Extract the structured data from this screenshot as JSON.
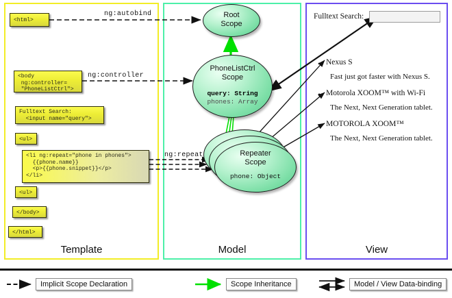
{
  "diagram": {
    "title": "AngularJS Template / Model / View scope data-binding diagram"
  },
  "panels": [
    {
      "key": "template",
      "label": "Template",
      "border_color": "#f2ed26"
    },
    {
      "key": "model",
      "label": "Model",
      "border_color": "#4cf0a8"
    },
    {
      "key": "view",
      "label": "View",
      "border_color": "#6a4df0"
    }
  ],
  "template": {
    "boxes": [
      {
        "name": "html-open-tag",
        "text": "<html>"
      },
      {
        "name": "body-controller-tag",
        "text": "<body\n ng:controller=\n \"PhoneListCtrl\">"
      },
      {
        "name": "fulltext-search-markup",
        "text": "Fulltext Search:\n  <input name=\"query\">"
      },
      {
        "name": "ul-open-tag",
        "text": "<ul>"
      },
      {
        "name": "li-repeat-markup",
        "text": "<li ng:repeat=\"phone in phones\">\n  {{phone.name}}\n  <p>{{phone.snippet}}</p>\n</li>"
      },
      {
        "name": "ul-close-tag",
        "text": "<ul>"
      },
      {
        "name": "body-close-tag",
        "text": "</body>"
      },
      {
        "name": "html-close-tag",
        "text": "</html>"
      }
    ]
  },
  "model": {
    "scopes": [
      {
        "name": "root-scope",
        "title": "Root\nScope",
        "props": []
      },
      {
        "name": "phonelistctrl-scope",
        "title": "PhoneListCtrl\nScope",
        "props": [
          {
            "text": "query: String",
            "style": "bold"
          },
          {
            "text": "phones: Array",
            "style": "dim"
          }
        ]
      },
      {
        "name": "repeater-scope",
        "title": "Repeater\nScope",
        "props": [
          {
            "text": "phone: Object",
            "style": "dim"
          }
        ]
      }
    ]
  },
  "connectors": {
    "labels": [
      {
        "name": "ng-autobind-label",
        "text": "ng:autobind"
      },
      {
        "name": "ng-controller-label",
        "text": "ng:controller"
      },
      {
        "name": "ng-repeat-label",
        "text": "ng:repeat"
      }
    ]
  },
  "view": {
    "search_label": "Fulltext Search:",
    "search_value": "",
    "search_placeholder": "",
    "items": [
      {
        "name": "Nexus S",
        "snippet": "Fast just got faster with Nexus S."
      },
      {
        "name": "Motorola XOOM™  with Wi-Fi",
        "snippet": "The Next, Next Generation tablet."
      },
      {
        "name": "MOTOROLA XOOM™",
        "snippet": "The Next, Next Generation tablet."
      }
    ]
  },
  "legend": [
    {
      "name": "implicit-scope-declaration",
      "label": "Implicit Scope Declaration",
      "arrow": "dashed-black",
      "color": "#111111"
    },
    {
      "name": "scope-inheritance",
      "label": "Scope Inheritance",
      "arrow": "solid-green",
      "color": "#00e000"
    },
    {
      "name": "model-view-data-binding",
      "label": "Model / View Data-binding",
      "arrow": "double-black",
      "color": "#111111"
    }
  ]
}
